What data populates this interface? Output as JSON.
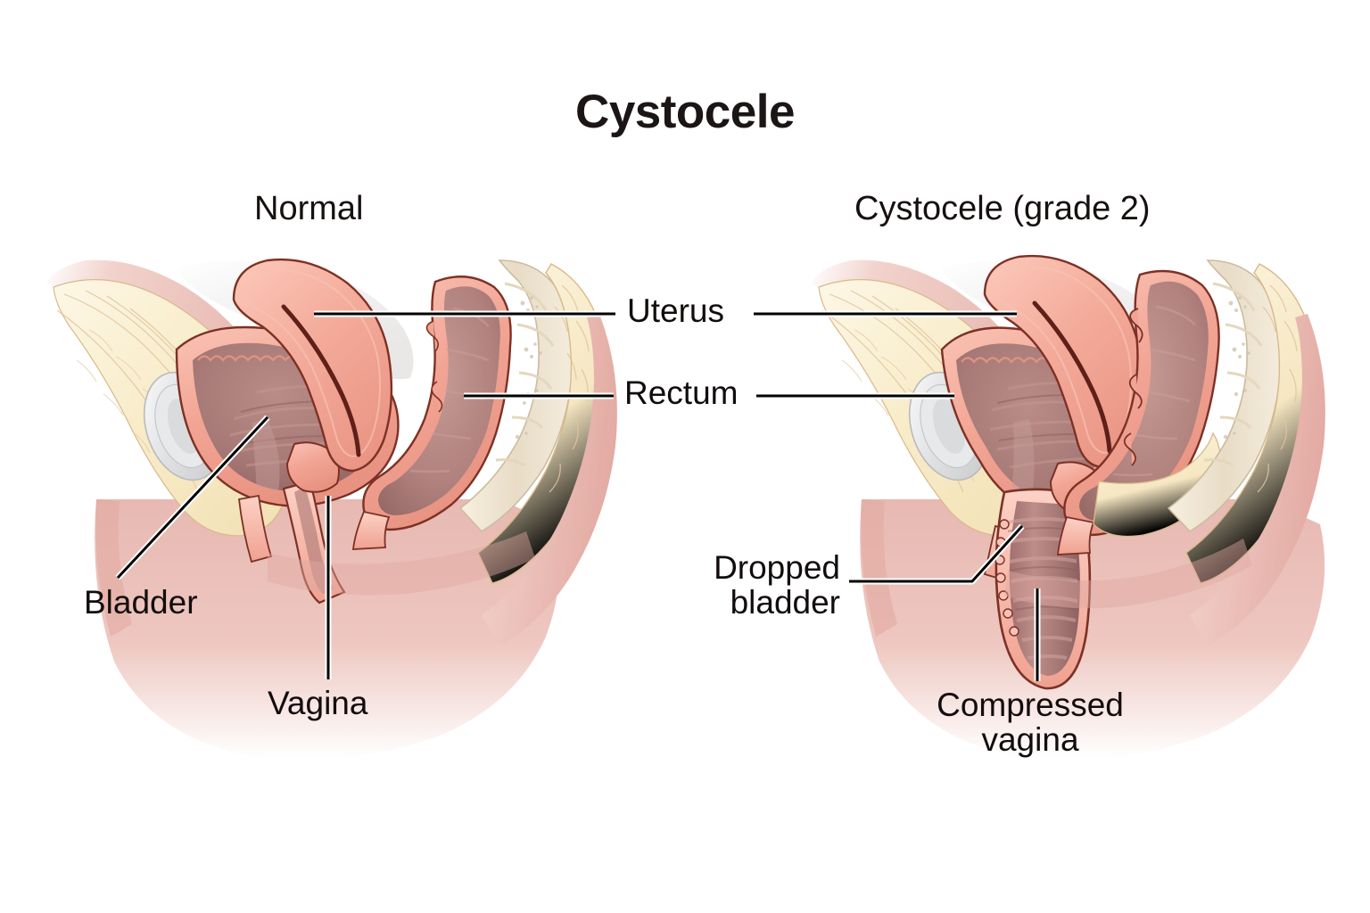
{
  "figure": {
    "title": "Cystocele",
    "background_color": "#ffffff",
    "panels": [
      {
        "id": "normal",
        "heading": "Normal"
      },
      {
        "id": "cystocele",
        "heading": "Cystocele (grade 2)"
      }
    ],
    "annotations": [
      {
        "id": "uterus",
        "text": "Uterus",
        "leader": "both-sides-horizontal"
      },
      {
        "id": "rectum",
        "text": "Rectum",
        "leader": "both-sides-horizontal"
      },
      {
        "id": "bladder",
        "text": "Bladder",
        "leader": "diagonal-up-right"
      },
      {
        "id": "vagina",
        "text": "Vagina",
        "leader": "vertical-up"
      },
      {
        "id": "dropped-bladder",
        "text_line1": "Dropped",
        "text_line2": "bladder",
        "leader": "elbow-right"
      },
      {
        "id": "compressed-vagina",
        "text_line1": "Compressed",
        "text_line2": "vagina",
        "leader": "vertical-up"
      }
    ],
    "palette": {
      "organ_wall": "#f2a494",
      "organ_wall_light": "#f8c3b6",
      "organ_outline": "#7a2f24",
      "lumen_mauve": "#a97a78",
      "lumen_mauve_dark": "#8e5f5e",
      "fat_cream": "#f7e9c6",
      "fat_cream_light": "#fdf6e2",
      "bone_gray": "#d9dadc",
      "bone_cream": "#efe4d2",
      "skin_pink": "#e9bdb7",
      "skin_pink_light": "#f6dcd7",
      "leader_line": "#000000",
      "leader_halo": "#ffffff",
      "text": "#120d0d"
    }
  }
}
